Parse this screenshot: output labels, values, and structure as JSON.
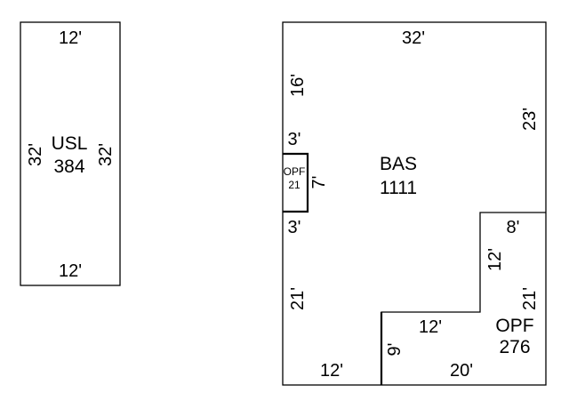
{
  "usl": {
    "code": "USL",
    "area": "384",
    "dims": {
      "top": "12'",
      "bottom": "12'",
      "left": "32'",
      "right": "32'"
    }
  },
  "bas": {
    "code": "BAS",
    "area": "1111",
    "dims": {
      "top": "32'",
      "left_upper": "16'",
      "notch_top": "3'",
      "notch_height": "7'",
      "notch_bottom": "3'",
      "left_lower": "21'",
      "bottom_left": "12'",
      "right_upper": "23'"
    }
  },
  "opf_small": {
    "code": "OPF",
    "area": "21"
  },
  "opf_large": {
    "code": "OPF",
    "area": "276",
    "dims": {
      "top": "8'",
      "step_left": "12'",
      "step_top": "12'",
      "step_height": "9'",
      "bottom": "20'",
      "right": "21'"
    }
  }
}
